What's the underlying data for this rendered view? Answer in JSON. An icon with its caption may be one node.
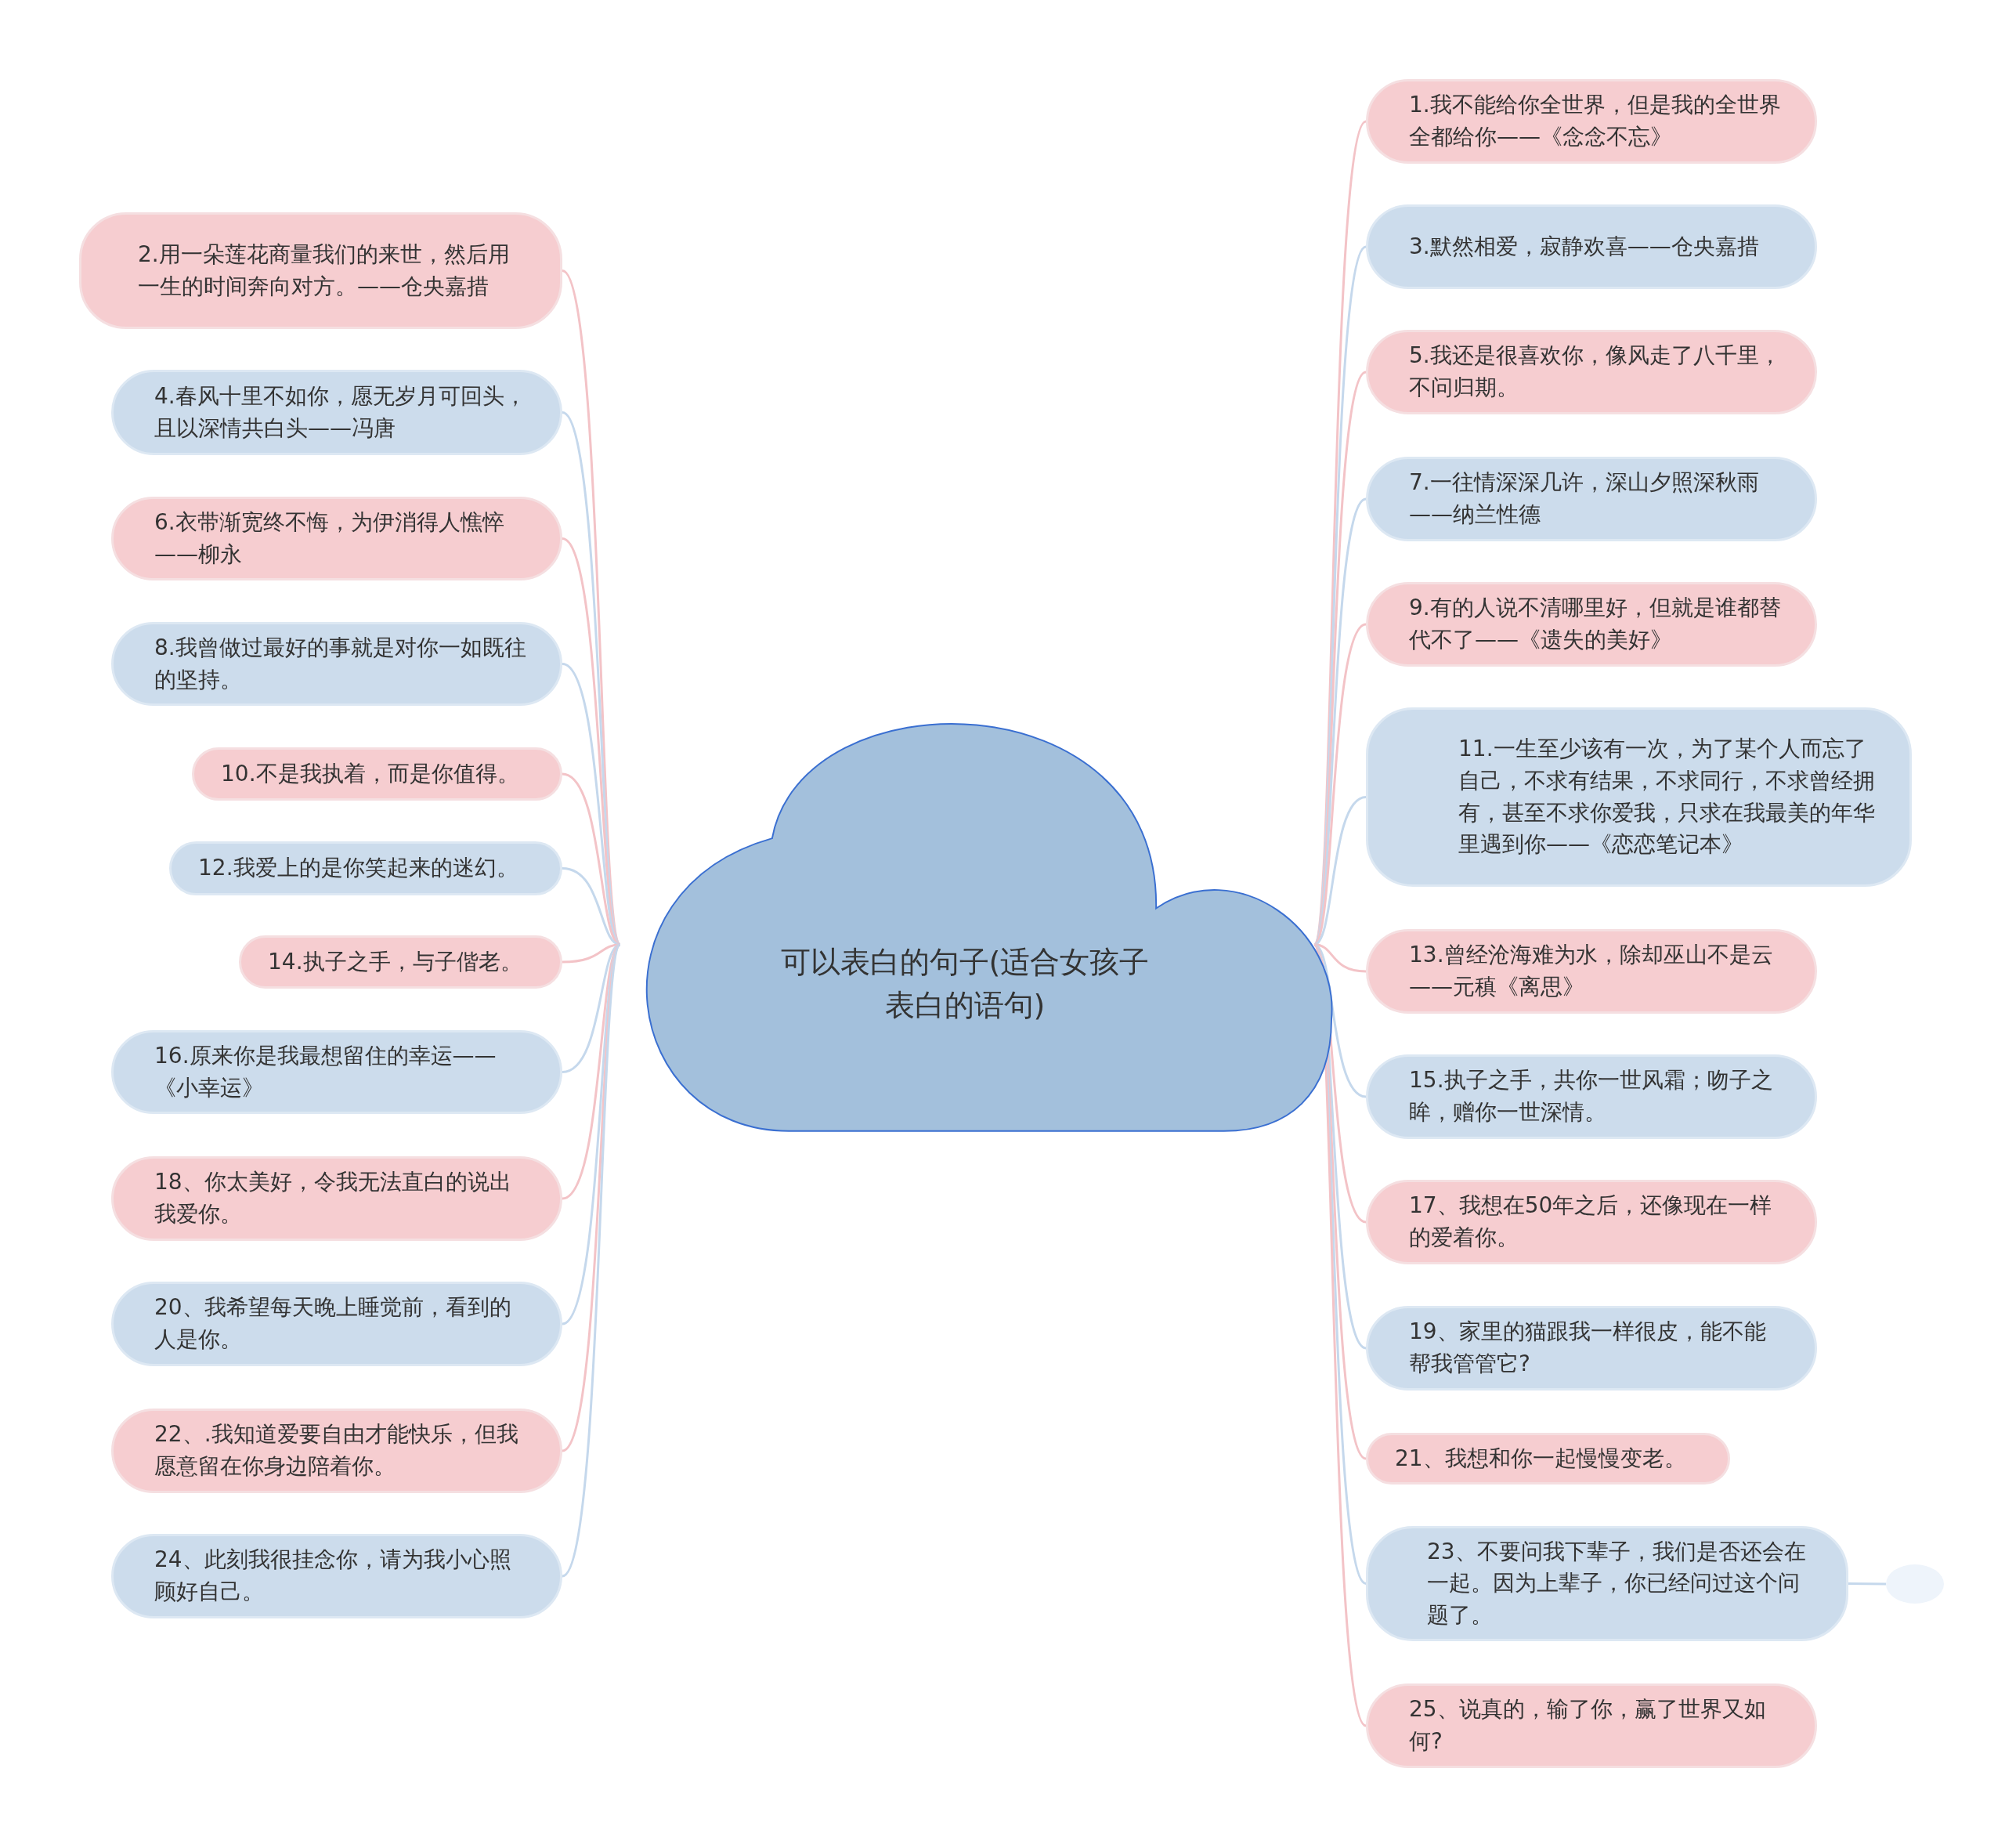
{
  "diagram": {
    "nodes": [
      {
        "text": [
          "可以表白的句子(适合女孩子表白的语句)"
        ]
      },
      {
        "text": [
          "1.我不能给你全世界，但是我的全世界全都给你——《念念不忘》"
        ]
      },
      {
        "text": [
          "2.用一朵莲花商量我们的来世，然后用一生的时间奔向对方。——仓央嘉措"
        ]
      },
      {
        "text": [
          "3.默然相爱，寂静欢喜——仓央嘉措"
        ]
      },
      {
        "text": [
          "4.春风十里不如你，愿无岁月可回头，且以深情共白头——冯唐"
        ]
      },
      {
        "text": [
          "5.我还是很喜欢你，像风走了八千里，不问归期。"
        ]
      },
      {
        "text": [
          "6.衣带渐宽终不悔，为伊消得人憔悴——柳永"
        ]
      },
      {
        "text": [
          "7.一往情深深几许，深山夕照深秋雨——纳兰性德"
        ]
      },
      {
        "text": [
          "8.我曾做过最好的事就是对你一如既往的坚持。"
        ]
      },
      {
        "text": [
          "9.有的人说不清哪里好，但就是谁都替代不了——《遗失的美好》"
        ]
      },
      {
        "text": [
          "10.不是我执着，而是你值得。"
        ]
      },
      {
        "text": [
          "11.一生至少该有一次，为了某个人而忘了自己，不求有结果，不求同行，不求曾经拥有，甚至不求你爱我，只求在我最美的年华里遇到你——《恋恋笔记本》"
        ]
      },
      {
        "text": [
          "12.我爱上的是你笑起来的迷幻。"
        ]
      },
      {
        "text": [
          "13.曾经沧海难为水，除却巫山不是云——元稹《离思》"
        ]
      },
      {
        "text": [
          "14.执子之手，与子偕老。"
        ]
      },
      {
        "text": [
          "15.执子之手，共你一世风霜；吻子之眸，赠你一世深情。"
        ]
      },
      {
        "text": [
          "16.原来你是我最想留住的幸运——《小幸运》"
        ]
      },
      {
        "text": [
          "17、我想在50年之后，还像现在一样的爱着你。"
        ]
      },
      {
        "text": [
          "18、你太美好，令我无法直白的说出我爱你。"
        ]
      },
      {
        "text": [
          "19、家里的猫跟我一样很皮，能不能帮我管管它?"
        ]
      },
      {
        "text": [
          "20、我希望每天晚上睡觉前，看到的人是你。"
        ]
      },
      {
        "text": [
          "21、我想和你一起慢慢变老。"
        ]
      },
      {
        "text": [
          "22、.我知道爱要自由才能快乐，但我愿意留在你身边陪着你。"
        ]
      },
      {
        "text": [
          "23、不要问我下辈子，我们是否还会在一起。因为上辈子，你已经问过这个问题了。"
        ]
      },
      {
        "text": [
          "24、此刻我很挂念你，请为我小心照顾好自己。"
        ]
      },
      {
        "text": [
          "25、说真的，输了你，赢了世界又如何?"
        ]
      },
      {
        "text": [],
        "shape": "circle"
      }
    ],
    "edges": [
      {
        "from": 0,
        "to": 1,
        "arrow": "none",
        "color": "#f3c3c7"
      },
      {
        "from": 0,
        "to": 2,
        "arrow": "none",
        "color": "#f3c3c7"
      },
      {
        "from": 0,
        "to": 3,
        "arrow": "none",
        "color": "#c5d8ec"
      },
      {
        "from": 0,
        "to": 4,
        "arrow": "none",
        "color": "#c5d8ec"
      },
      {
        "from": 0,
        "to": 5,
        "arrow": "none",
        "color": "#f3c3c7"
      },
      {
        "from": 0,
        "to": 6,
        "arrow": "none",
        "color": "#f3c3c7"
      },
      {
        "from": 0,
        "to": 7,
        "arrow": "none",
        "color": "#c5d8ec"
      },
      {
        "from": 0,
        "to": 8,
        "arrow": "none",
        "color": "#c5d8ec"
      },
      {
        "from": 0,
        "to": 9,
        "arrow": "none",
        "color": "#f3c3c7"
      },
      {
        "from": 0,
        "to": 10,
        "arrow": "none",
        "color": "#f3c3c7"
      },
      {
        "from": 0,
        "to": 11,
        "arrow": "none",
        "color": "#c5d8ec"
      },
      {
        "from": 0,
        "to": 12,
        "arrow": "none",
        "color": "#c5d8ec"
      },
      {
        "from": 0,
        "to": 13,
        "arrow": "none",
        "color": "#f3c3c7"
      },
      {
        "from": 0,
        "to": 14,
        "arrow": "none",
        "color": "#f3c3c7"
      },
      {
        "from": 0,
        "to": 15,
        "arrow": "none",
        "color": "#c5d8ec"
      },
      {
        "from": 0,
        "to": 16,
        "arrow": "none",
        "color": "#c5d8ec"
      },
      {
        "from": 0,
        "to": 17,
        "arrow": "none",
        "color": "#f3c3c7"
      },
      {
        "from": 0,
        "to": 18,
        "arrow": "none",
        "color": "#f3c3c7"
      },
      {
        "from": 0,
        "to": 19,
        "arrow": "none",
        "color": "#c5d8ec"
      },
      {
        "from": 0,
        "to": 20,
        "arrow": "none",
        "color": "#c5d8ec"
      },
      {
        "from": 0,
        "to": 21,
        "arrow": "none",
        "color": "#f3c3c7"
      },
      {
        "from": 0,
        "to": 22,
        "arrow": "none",
        "color": "#f3c3c7"
      },
      {
        "from": 0,
        "to": 23,
        "arrow": "none",
        "color": "#c5d8ec"
      },
      {
        "from": 0,
        "to": 24,
        "arrow": "none",
        "color": "#c5d8ec"
      },
      {
        "from": 0,
        "to": 25,
        "arrow": "none",
        "color": "#f3c3c7"
      },
      {
        "from": 23,
        "to": 26,
        "arrow": "none",
        "color": "#c5d8ec"
      }
    ]
  }
}
